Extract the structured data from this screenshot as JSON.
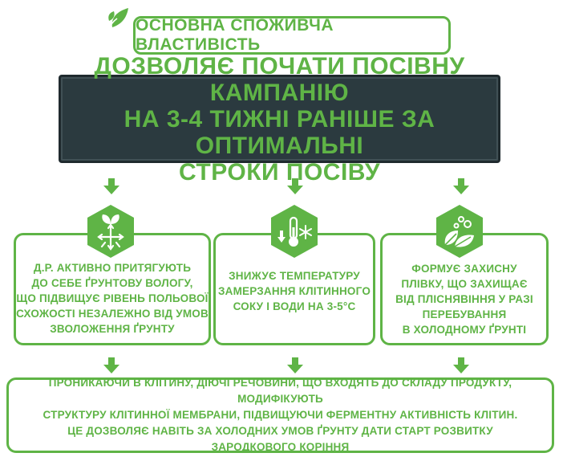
{
  "header": {
    "title": "ОСНОВНА СПОЖИВЧА ВЛАСТИВІСТЬ"
  },
  "main_statement": {
    "lines": [
      "ДОЗВОЛЯЄ ПОЧАТИ ПОСІВНУ КАМПАНІЮ",
      "НА 3-4 ТИЖНІ РАНІШЕ ЗА ОПТИМАЛЬНІ",
      "СТРОКИ ПОСІВУ"
    ]
  },
  "cards": [
    {
      "icon": "seedling-roots-icon",
      "lines": [
        "Д.Р. АКТИВНО ПРИТЯГУЮТЬ",
        "ДО СЕБЕ ҐРУНТОВУ ВОЛОГУ,",
        "ЩО ПІДВИЩУЄ РІВЕНЬ ПОЛЬОВОЇ",
        "СХОЖОСТІ НЕЗАЛЕЖНО ВІД УМОВ",
        "ЗВОЛОЖЕННЯ ҐРУНТУ"
      ]
    },
    {
      "icon": "thermometer-snowflake-icon",
      "lines": [
        "ЗНИЖУЄ ТЕМПЕРАТУРУ",
        "ЗАМЕРЗАННЯ КЛІТИННОГО",
        "СОКУ І ВОДИ НА 3-5°С"
      ]
    },
    {
      "icon": "leaves-bubbles-icon",
      "lines": [
        "ФОРМУЄ ЗАХИСНУ",
        "ПЛІВКУ, ЩО ЗАХИЩАЄ",
        "ВІД ПЛІСНЯВІННЯ У РАЗІ",
        "ПЕРЕБУВАННЯ",
        "В ХОЛОДНОМУ ҐРУНТІ"
      ]
    }
  ],
  "conclusion": {
    "lines": [
      "ПРОНИКАЮЧИ В КЛІТИНУ, ДІЮЧІ РЕЧОВИНИ, ЩО ВХОДЯТЬ ДО СКЛАДУ ПРОДУКТУ, МОДИФІКУЮТЬ",
      "СТРУКТУРУ КЛІТИННОЇ МЕМБРАНИ, ПІДВИЩУЮЧИ ФЕРМЕНТНУ АКТИВНІСТЬ КЛІТИН.",
      "ЦЕ ДОЗВОЛЯЄ НАВІТЬ ЗА ХОЛОДНИХ УМОВ ҐРУНТУ ДАТИ СТАРТ РОЗВИТКУ",
      "ЗАРОДКОВОГО КОРІННЯ"
    ]
  },
  "colors": {
    "accent": "#5fb446",
    "dark_panel": "#2b3a3f",
    "background": "#ffffff"
  }
}
